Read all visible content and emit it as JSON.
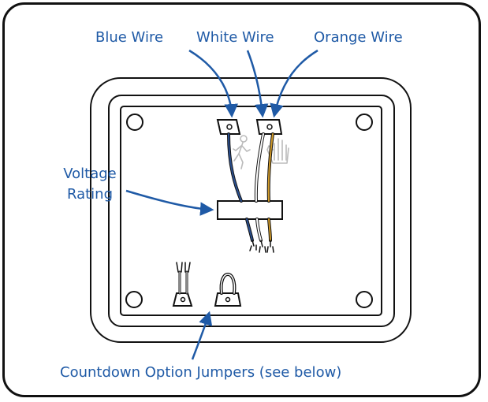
{
  "labels": {
    "blue_wire": "Blue Wire",
    "white_wire": "White Wire",
    "orange_wire": "Orange Wire",
    "voltage_rating": "Voltage Rating",
    "countdown_jumpers": "Countdown Option Jumpers (see below)"
  },
  "colors": {
    "label_text": "#1f5aa6",
    "leader_arrow": "#1f5aa6",
    "outline": "#111111",
    "blue_wire": "#2a4f8f",
    "white_wire": "#777777",
    "orange_wire": "#d09a28",
    "icon_gray": "#bbbbbb"
  },
  "icons": [
    "walking-person-icon",
    "raised-hand-icon"
  ]
}
